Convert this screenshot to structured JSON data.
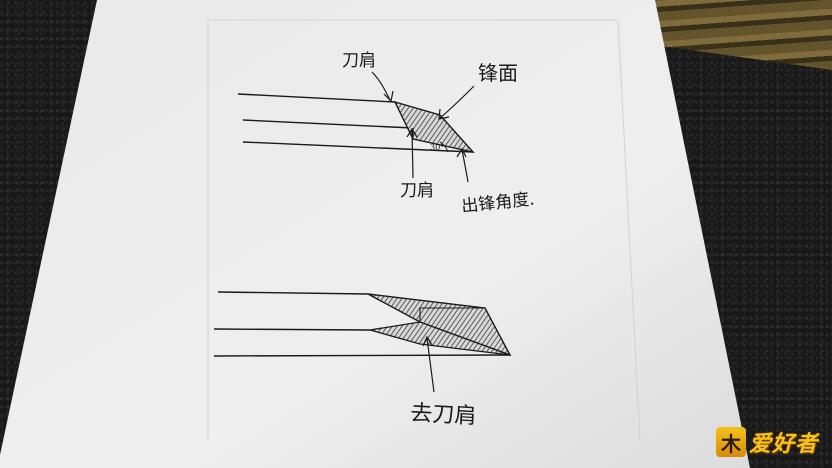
{
  "diagram": {
    "top": {
      "label_shoulder_upper": "刀肩",
      "label_bevel_face": "锋面",
      "label_shoulder_lower": "刀肩",
      "label_angle_small": "30°",
      "label_edge_angle": "出锋角度."
    },
    "bottom": {
      "label_remove_shoulder": "去刀肩"
    }
  },
  "watermark": {
    "logo_char": "木",
    "text": "爱好者"
  },
  "colors": {
    "paper": "#ececec",
    "ink": "#1a1a1a",
    "hatch": "#5a5a5a",
    "watermark": "#f5c518"
  }
}
